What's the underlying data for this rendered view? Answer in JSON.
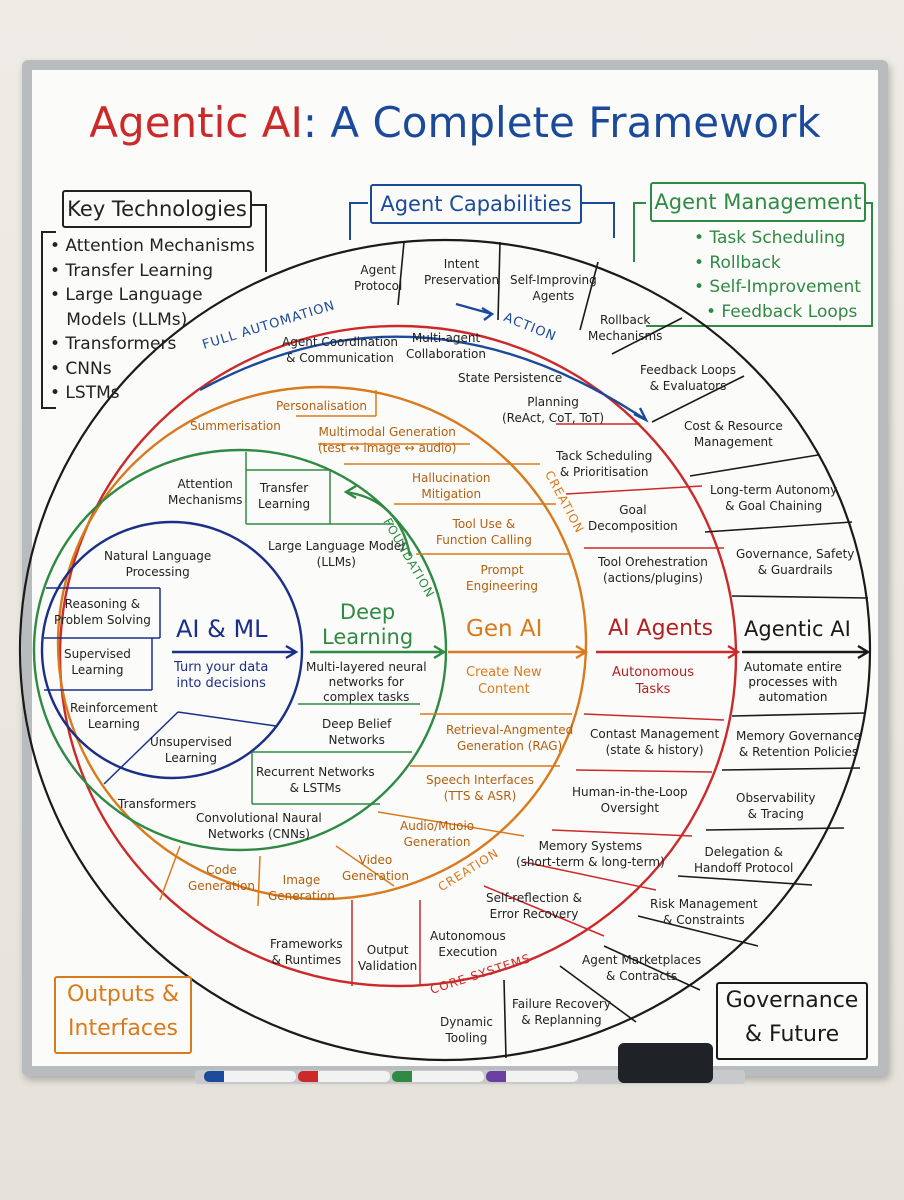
{
  "title": {
    "part1": "Agentic AI",
    "part2": ": A Complete Framework"
  },
  "key_technologies": {
    "heading": "Key Technologies",
    "items": [
      "• Attention Mechanisms",
      "• Transfer Learning",
      "• Large Language",
      "   Models (LLMs)",
      "• Transformers",
      "• CNNs",
      "• LSTMs"
    ]
  },
  "agent_capabilities": {
    "heading": "Agent Capabilities"
  },
  "agent_management": {
    "heading": "Agent Management",
    "items": [
      "• Task Scheduling",
      "• Rollback",
      "• Self-Improvement",
      "• Feedback Loops"
    ]
  },
  "outputs_interfaces": {
    "line1": "Outputs &",
    "line2": "Interfaces"
  },
  "governance_future": {
    "line1": "Governance",
    "line2": "& Future"
  },
  "arc_labels": {
    "full_automation": "FULL AUTOMATION",
    "action": "ACTION",
    "creation_top": "CREATION",
    "foundation": "FOUNDATION",
    "creation_bottom": "CREATION",
    "core_systems": "CORE SYSTEMS"
  },
  "layers": {
    "ai_ml": {
      "title": "AI & ML",
      "desc": "Turn your data\ninto decisions"
    },
    "deep_learning": {
      "title": "Deep\nLearning",
      "desc": "Multi-layered neural\nnetworks for\ncomplex tasks"
    },
    "gen_ai": {
      "title": "Gen AI",
      "desc": "Create New\nContent"
    },
    "ai_agents": {
      "title": "AI Agents",
      "desc": "Autonomous\nTasks"
    },
    "agentic_ai": {
      "title": "Agentic AI",
      "desc": "Automate entire\nprocesses with\nautomation"
    }
  },
  "segments": {
    "ai_ml": [
      "Natural Language\nProcessing",
      "Reasoning &\nProblem Solving",
      "Supervised\nLearning",
      "Reinforcement\nLearning",
      "Unsupervised\nLearning",
      "Transformers"
    ],
    "deep_learning": [
      "Attention\nMechanisms",
      "Transfer\nLearning",
      "Large Language Model\n(LLMs)",
      "Deep Belief\nNetworks",
      "Recurrent Networks\n& LSTMs",
      "Convolutional Naural\nNetworks (CNNs)"
    ],
    "gen_ai": [
      "Summerisation",
      "Personalisation",
      "Multimodal Generation\n(test ↔ image ↔ audio)",
      "Hallucination\nMitigation",
      "Tool Use &\nFunction Calling",
      "Prompt\nEngineering",
      "Retrieval-Angmented\nGeneration (RAG)",
      "Speech Interfaces\n(TTS & ASR)",
      "Audio/Muoio\nGeneration",
      "Video\nGeneration",
      "Image\nGeneration",
      "Code\nGeneration"
    ],
    "ai_agents": [
      "Multi-agent\nCollaboration",
      "State Persistence",
      "Planning\n(ReAct, CoT, ToT)",
      "Tack Scheduling\n& Prioritisation",
      "Goal\nDecomposition",
      "Tool Orehestration\n(actions/plugins)",
      "Contast Management\n(state & history)",
      "Human-in-the-Loop\nOversight",
      "Memory Systems\n(short-term & long-term)",
      "Self-reflection &\nError Recovery",
      "Autonomous\nExecution",
      "Output\nValidation",
      "Frameworks\n& Runtimes"
    ],
    "agentic_ai": [
      "Agent\nProtocol",
      "Intent\nPreservation",
      "Self-Improving\nAgents",
      "Agent Coordination\n& Communication",
      "Rollback\nMechanisms",
      "Feedback Loops\n& Evaluators",
      "Cost & Resource\nManagement",
      "Long-term Autonomy\n& Goal Chaining",
      "Governance, Safety\n& Guardrails",
      "Memory Governance\n& Retention Policies",
      "Observability\n& Tracing",
      "Delegation &\nHandoff Protocol",
      "Risk Management\n& Constraints",
      "Agent Marketplaces\n& Contracts",
      "Failure Recovery\n& Replanning",
      "Dynamic\nTooling"
    ]
  },
  "colors": {
    "red": "#cc2a2a",
    "blue": "#1c4a9a",
    "green": "#2f8a43",
    "orange": "#d97a1c",
    "navy": "#1b2f86",
    "black": "#1a1a1a"
  }
}
